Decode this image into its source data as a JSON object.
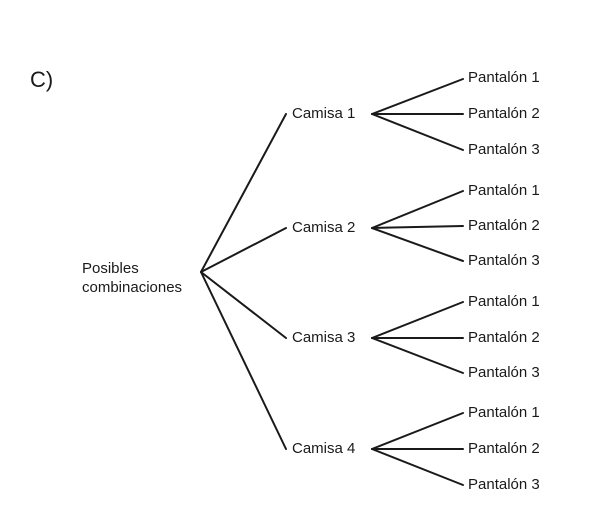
{
  "option_label": "C)",
  "root": {
    "line1": "Posibles",
    "line2": "combinaciones"
  },
  "shirts": [
    {
      "label": "Camisa 1",
      "pants": [
        "Pantalón 1",
        "Pantalón 2",
        "Pantalón 3"
      ]
    },
    {
      "label": "Camisa 2",
      "pants": [
        "Pantalón 1",
        "Pantalón 2",
        "Pantalón 3"
      ]
    },
    {
      "label": "Camisa 3",
      "pants": [
        "Pantalón 1",
        "Pantalón 2",
        "Pantalón 3"
      ]
    },
    {
      "label": "Camisa 4",
      "pants": [
        "Pantalón 1",
        "Pantalón 2",
        "Pantalón 3"
      ]
    }
  ],
  "colors": {
    "ink": "#1a1a1a",
    "background": "#ffffff"
  }
}
